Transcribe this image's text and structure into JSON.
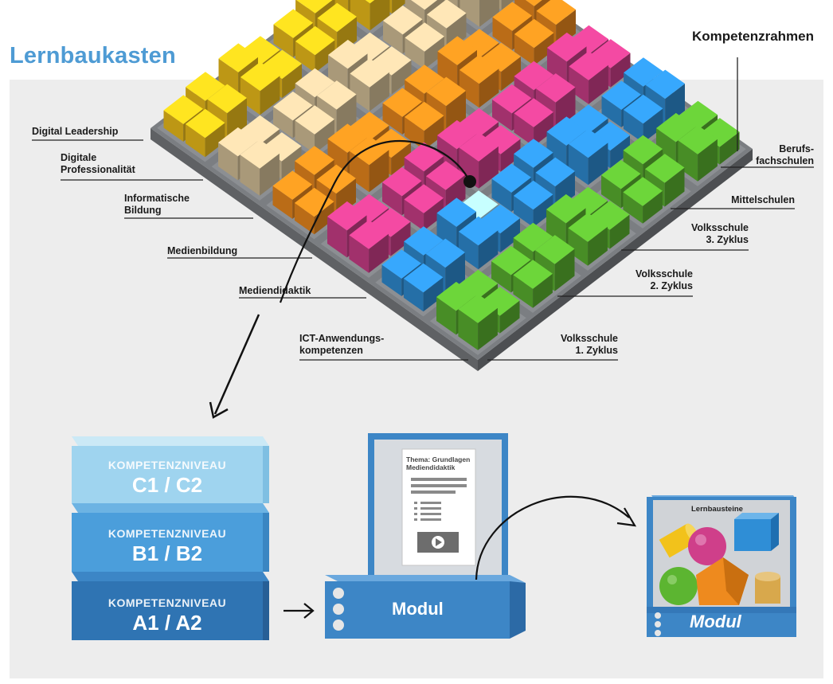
{
  "header": {
    "title": "Lernbaukasten",
    "frame_title": "Kompetenzrahmen"
  },
  "left_labels": [
    "Digital Leadership",
    "Digitale\nProfessionalität",
    "Informatische\nBildung",
    "Medienbildung",
    "Mediendidaktik",
    "ICT-Anwendungs-\nkompetenzen"
  ],
  "right_labels": [
    "Berufs-\nfachschulen",
    "Mittelschulen",
    "Volksschule\n3. Zyklus",
    "Volksschule\n2. Zyklus",
    "Volksschule\n1. Zyklus"
  ],
  "levels": [
    {
      "heading": "KOMPETENZNIVEAU",
      "level": "C1 / C2"
    },
    {
      "heading": "KOMPETENZNIVEAU",
      "level": "B1 / B2"
    },
    {
      "heading": "KOMPETENZNIVEAU",
      "level": "A1 / A2"
    }
  ],
  "module_box": {
    "label": "Modul",
    "document_text": "Thema: Grundlagen\nMediendidaktik"
  },
  "building_blocks_box": {
    "caption": "Lernbausteine",
    "label": "Modul"
  },
  "colors": {
    "title_blue": "#4e9bd4",
    "box_blue": "#3d86c6",
    "yellow": "#f2c21b",
    "beige": "#d9c49b",
    "orange": "#ee8a1e",
    "magenta": "#cf3f8a",
    "blue": "#2f8ed6",
    "green": "#5cb531"
  }
}
